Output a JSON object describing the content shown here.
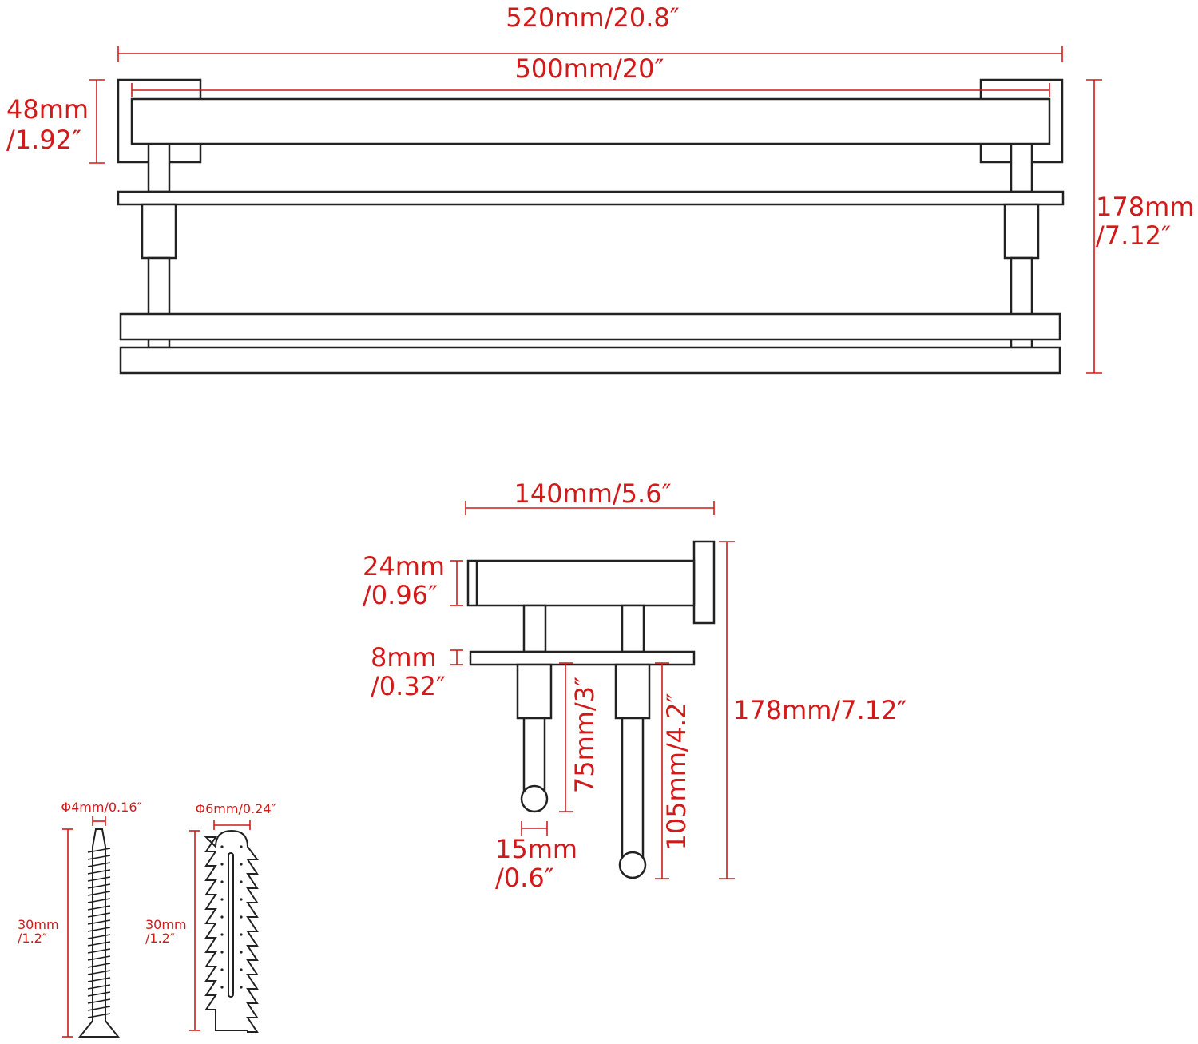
{
  "colors": {
    "dimension": "#d11a1a",
    "outline": "#222222",
    "background": "#ffffff"
  },
  "front_view": {
    "overall_width": "520mm/20.8″",
    "bar_width": "500mm/20″",
    "bracket_height": [
      "48mm",
      "/1.92″"
    ],
    "total_height": [
      "178mm",
      "/7.12″"
    ]
  },
  "side_view": {
    "depth": "140mm/5.6″",
    "top_bar_height": [
      "24mm",
      "/0.96″"
    ],
    "shelf_thickness": [
      "8mm",
      "/0.32″"
    ],
    "short_arm_length": "75mm/3″",
    "long_arm_length": "105mm/4.2″",
    "ball_diameter": [
      "15mm",
      "/0.6″"
    ],
    "total_height": "178mm/7.12″"
  },
  "hardware": {
    "screw": {
      "diameter": "Φ4mm/0.16″",
      "length": [
        "30mm",
        "/1.2″"
      ]
    },
    "anchor": {
      "diameter": "Φ6mm/0.24″",
      "length": [
        "30mm",
        "/1.2″"
      ]
    }
  }
}
